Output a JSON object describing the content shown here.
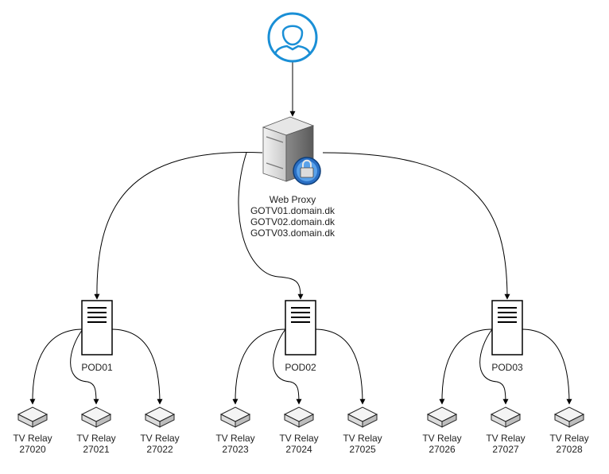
{
  "colors": {
    "user": "#1a8fd6",
    "line": "#000000",
    "server_light": "#d9d9d9",
    "server_dark": "#6e6e6e"
  },
  "user": {
    "icon": "user-icon"
  },
  "proxy": {
    "icon": "secure-server-icon",
    "lines": [
      "Web Proxy",
      "GOTV01.domain.dk",
      "GOTV02.domain.dk",
      "GOTV03.domain.dk"
    ]
  },
  "pods": [
    {
      "label": "POD01",
      "icon": "server-icon",
      "relays": [
        {
          "name": "TV Relay",
          "port": "27020"
        },
        {
          "name": "TV Relay",
          "port": "27021"
        },
        {
          "name": "TV Relay",
          "port": "27022"
        }
      ]
    },
    {
      "label": "POD02",
      "icon": "server-icon",
      "relays": [
        {
          "name": "TV Relay",
          "port": "27023"
        },
        {
          "name": "TV Relay",
          "port": "27024"
        },
        {
          "name": "TV Relay",
          "port": "27025"
        }
      ]
    },
    {
      "label": "POD03",
      "icon": "server-icon",
      "relays": [
        {
          "name": "TV Relay",
          "port": "27026"
        },
        {
          "name": "TV Relay",
          "port": "27027"
        },
        {
          "name": "TV Relay",
          "port": "27028"
        }
      ]
    }
  ]
}
